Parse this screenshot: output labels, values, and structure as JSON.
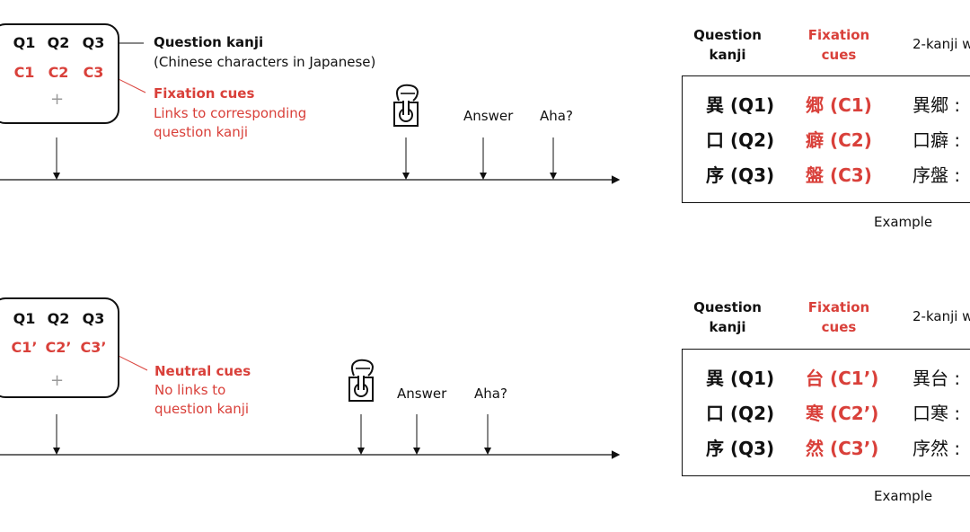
{
  "panel1": {
    "q_labels": [
      "Q1",
      "Q2",
      "Q3"
    ],
    "c_labels": [
      "C1",
      "C2",
      "C3"
    ],
    "plus": "+",
    "question_title": "Question kanji",
    "question_sub": "(Chinese characters in Japanese)",
    "cue_title": "Fixation cues",
    "cue_desc_1": "Links to corresponding",
    "cue_desc_2": "question kanji",
    "answer": "Answer",
    "aha": "Aha?",
    "table": {
      "col1": [
        "Question",
        "kanji"
      ],
      "col2": [
        "Fixation",
        "cues"
      ],
      "col3": "2-kanji w",
      "rows": [
        {
          "q": "異 (Q1)",
          "c": "郷 (C1)",
          "w": "異郷 :"
        },
        {
          "q": "口 (Q2)",
          "c": "癖 (C2)",
          "w": "口癖 :"
        },
        {
          "q": "序 (Q3)",
          "c": "盤 (C3)",
          "w": "序盤 :"
        }
      ],
      "caption": "Example"
    }
  },
  "panel2": {
    "q_labels": [
      "Q1",
      "Q2",
      "Q3"
    ],
    "c_labels": [
      "C1’",
      "C2’",
      "C3’"
    ],
    "plus": "+",
    "cue_title": "Neutral cues",
    "cue_desc_1": "No links to",
    "cue_desc_2": "question kanji",
    "answer": "Answer",
    "aha": "Aha?",
    "table": {
      "col1": [
        "Question",
        "kanji"
      ],
      "col2": [
        "Fixation",
        "cues"
      ],
      "col3": "2-kanji w",
      "rows": [
        {
          "q": "異 (Q1)",
          "c": "台 (C1’)",
          "w": "異台 :"
        },
        {
          "q": "口 (Q2)",
          "c": "寒 (C2’)",
          "w": "口寒 :"
        },
        {
          "q": "序 (Q3)",
          "c": "然 (C3’)",
          "w": "序然 :"
        }
      ],
      "caption": "Example"
    }
  },
  "colors": {
    "accent_red": "#d9403a",
    "text": "#111111",
    "plus_gray": "#9a9a9a"
  },
  "icons": [
    "hand-press-button-icon"
  ]
}
